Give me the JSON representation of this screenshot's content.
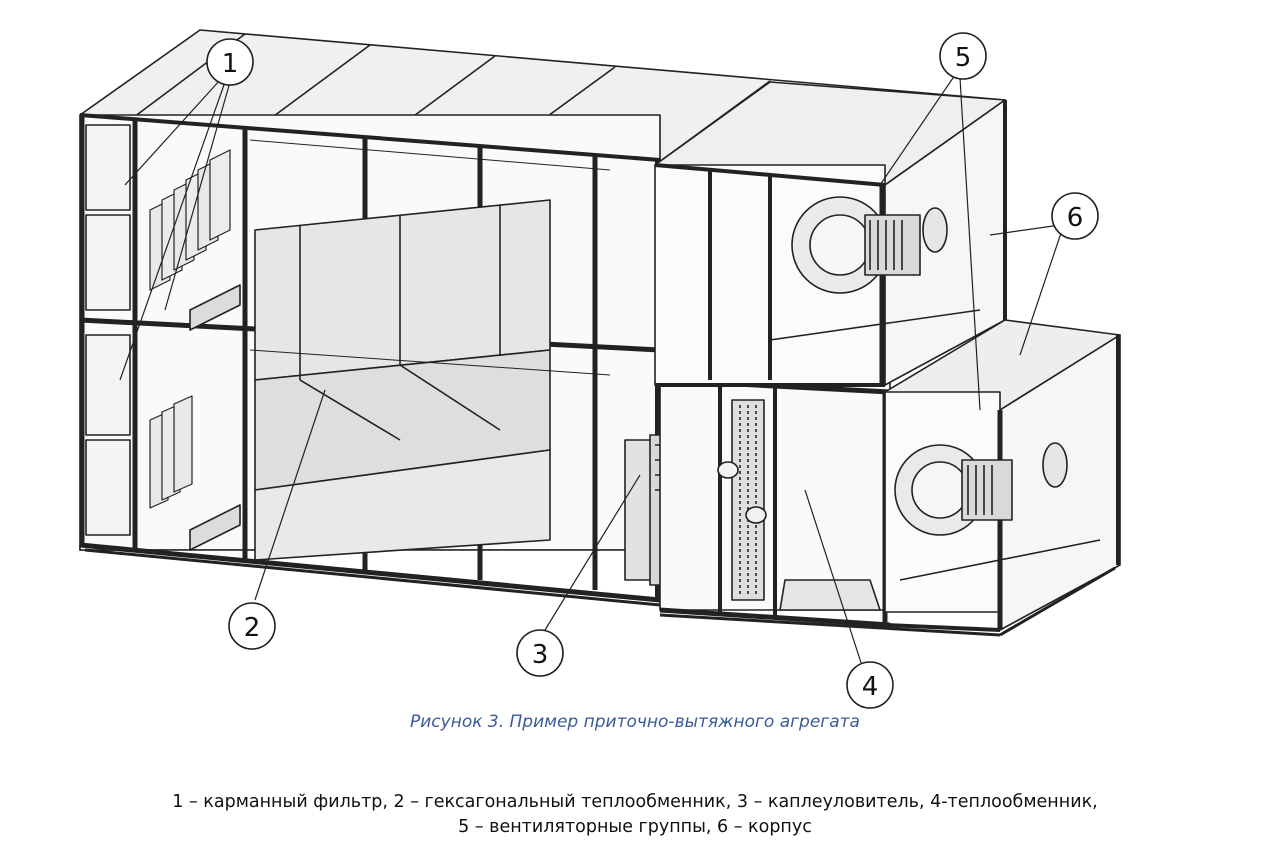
{
  "figure": {
    "caption": "Рисунок 3. Пример приточно-вытяжного агрегата",
    "callouts": [
      {
        "id": "c1",
        "label": "1"
      },
      {
        "id": "c2",
        "label": "2"
      },
      {
        "id": "c3",
        "label": "3"
      },
      {
        "id": "c4",
        "label": "4"
      },
      {
        "id": "c5",
        "label": "5"
      },
      {
        "id": "c6",
        "label": "6"
      }
    ]
  },
  "legend": {
    "line1": "1 – карманный фильтр, 2 – гексагональный теплообменник, 3 – каплеуловитель, 4-теплообменник,",
    "line2": "5 – вентиляторные группы, 6 – корпус"
  },
  "colors": {
    "line": "#222222",
    "panel": "#eeeeee",
    "panel_dark": "#d4d4d4",
    "caption": "#3a5a9a"
  }
}
